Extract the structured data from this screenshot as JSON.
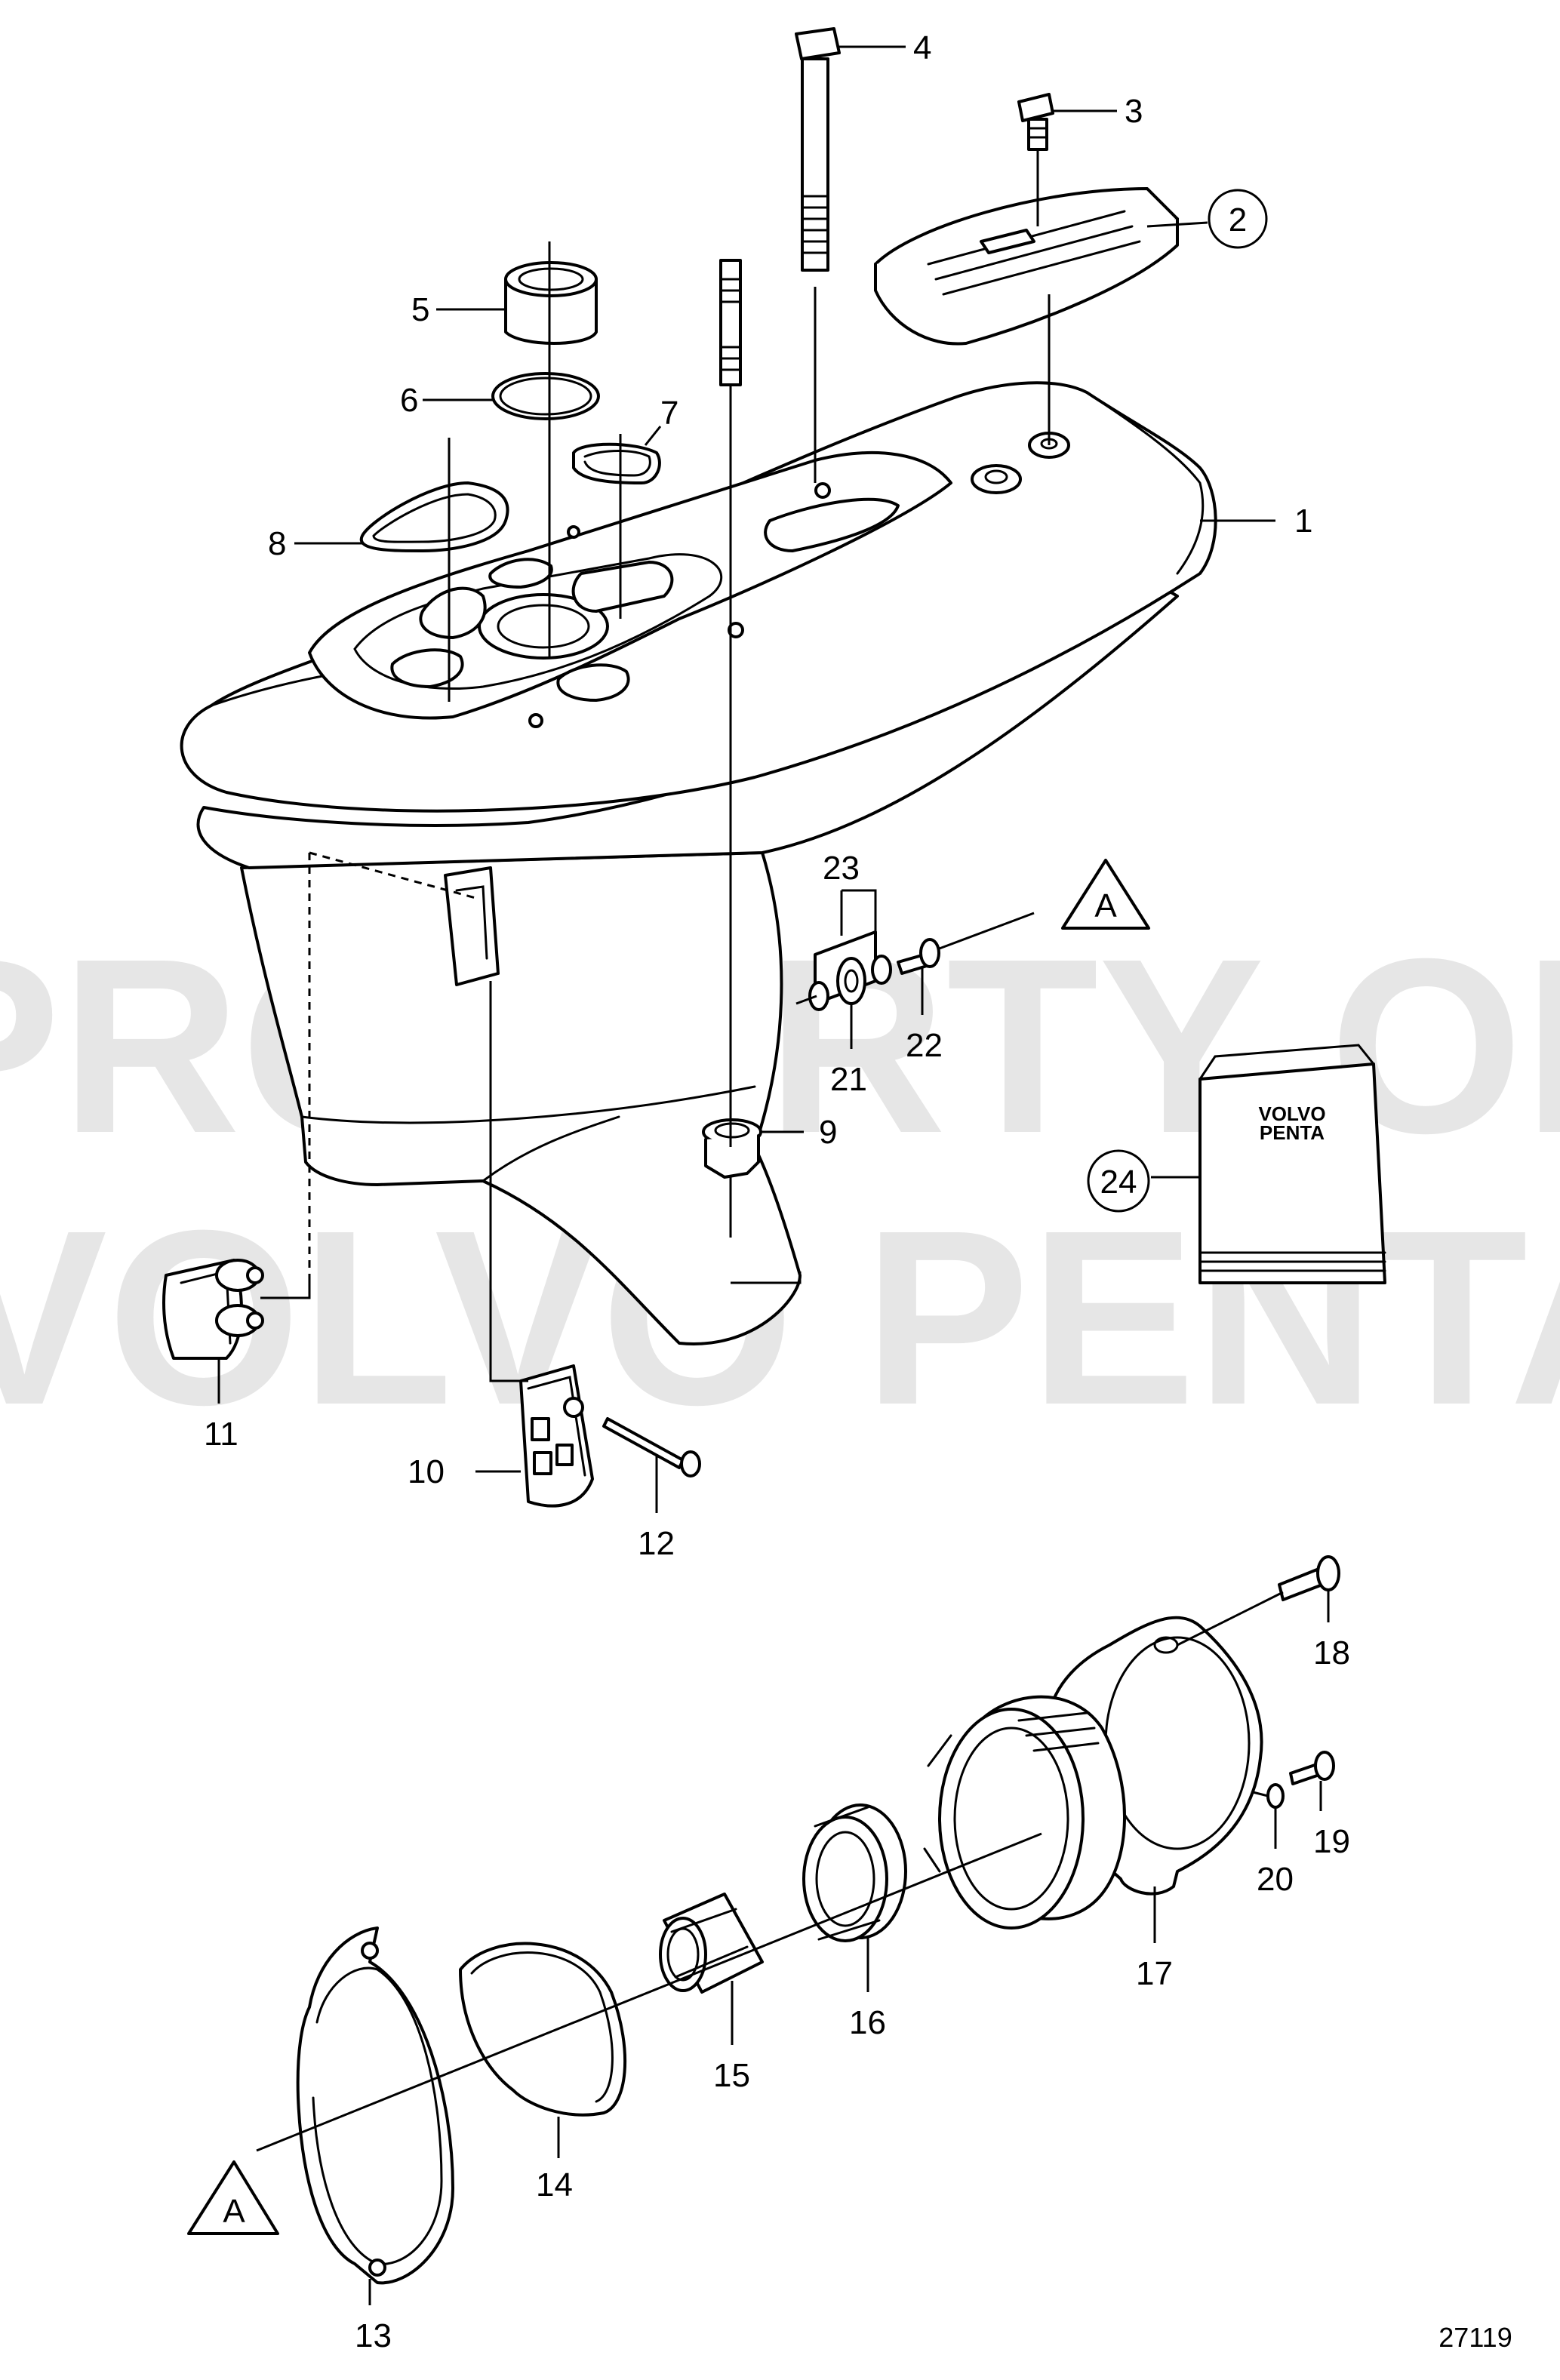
{
  "watermark": {
    "line1": "PROPERTY OF",
    "line2": "VOLVO PENTA"
  },
  "callouts": {
    "p1": "1",
    "p2": "2",
    "p3": "3",
    "p4": "4",
    "p5": "5",
    "p6": "6",
    "p7": "7",
    "p8": "8",
    "p9": "9",
    "p10": "10",
    "p11": "11",
    "p12": "12",
    "p13": "13",
    "p14": "14",
    "p15": "15",
    "p16": "16",
    "p17": "17",
    "p18": "18",
    "p19": "19",
    "p20": "20",
    "p21": "21",
    "p22": "22",
    "p23": "23",
    "p24": "24"
  },
  "reference_marker": "A",
  "kit_brand": {
    "line1": "VOLVO",
    "line2": "PENTA"
  },
  "figure_number": "27119"
}
